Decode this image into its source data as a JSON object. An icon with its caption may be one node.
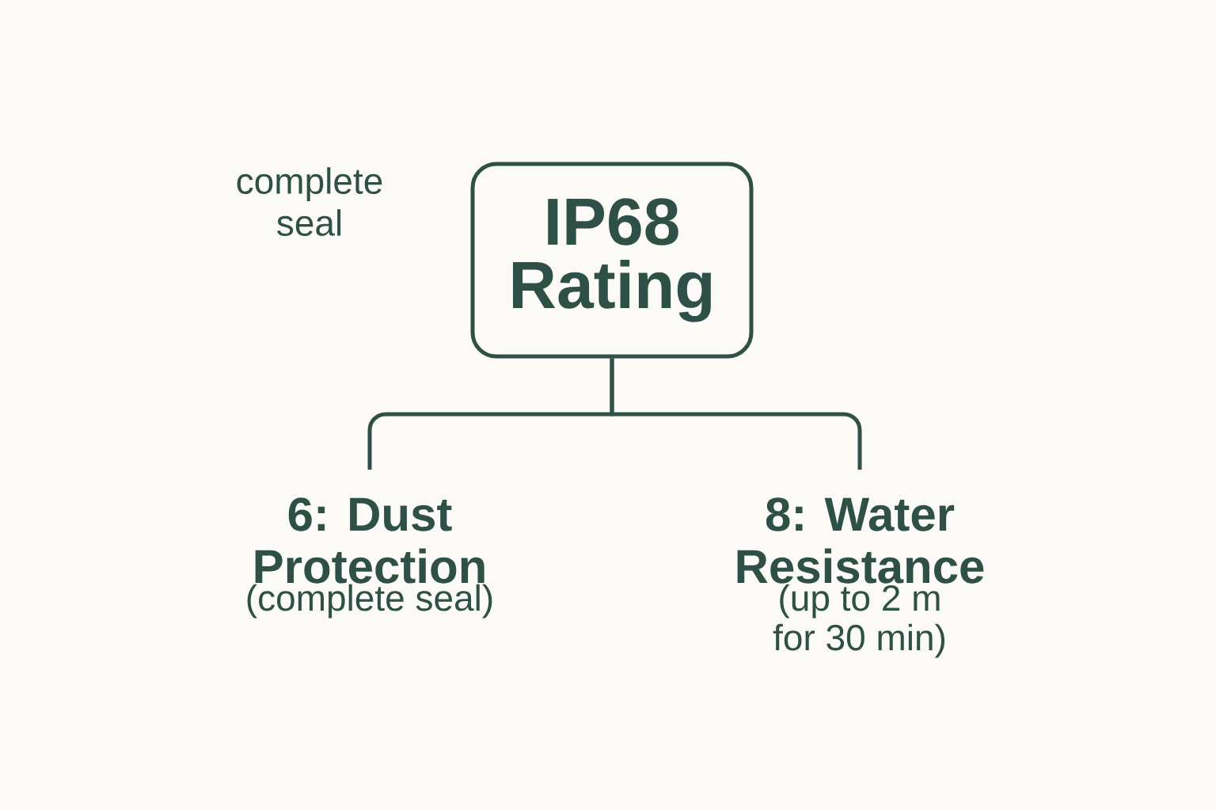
{
  "diagram": {
    "nodes": [
      {
        "text": [
          "IP68 Rating"
        ]
      },
      {
        "text": [
          "6: Dust Protection",
          "(complete seal)"
        ]
      },
      {
        "text": [
          "8: Water Resistance",
          "(up to 2 m for 30 min)"
        ]
      }
    ],
    "edges": [
      {
        "from": 0,
        "to": 1,
        "arrow": "none"
      },
      {
        "from": 0,
        "to": 2,
        "arrow": "none"
      }
    ],
    "labels": [
      "complete seal"
    ]
  }
}
